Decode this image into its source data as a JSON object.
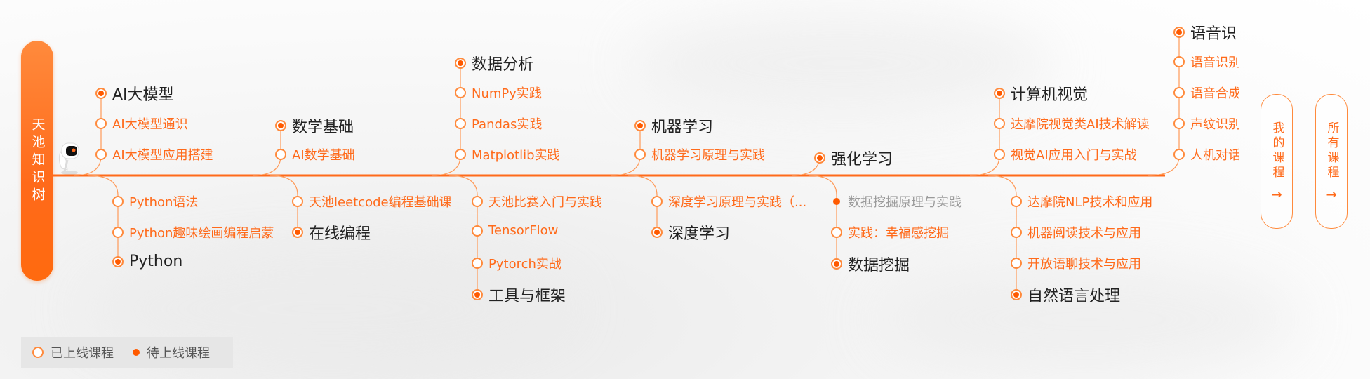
{
  "side_title": "天池知识树",
  "categories": [
    {
      "label": "AI大模型",
      "courses": [
        {
          "label": "AI大模型通识"
        },
        {
          "label": "AI大模型应用搭建"
        }
      ]
    },
    {
      "label": "Python",
      "courses": [
        {
          "label": "Python语法"
        },
        {
          "label": "Python趣味绘画编程启蒙"
        }
      ]
    },
    {
      "label": "数学基础",
      "courses": [
        {
          "label": "AI数学基础"
        }
      ]
    },
    {
      "label": "在线编程",
      "courses": [
        {
          "label": "天池leetcode编程基础课"
        }
      ]
    },
    {
      "label": "数据分析",
      "courses": [
        {
          "label": "NumPy实践"
        },
        {
          "label": "Pandas实践"
        },
        {
          "label": "Matplotlib实践"
        }
      ]
    },
    {
      "label": "工具与框架",
      "courses": [
        {
          "label": "天池比赛入门与实践"
        },
        {
          "label": "TensorFlow"
        },
        {
          "label": "Pytorch实战"
        }
      ]
    },
    {
      "label": "机器学习",
      "courses": [
        {
          "label": "机器学习原理与实践"
        }
      ]
    },
    {
      "label": "深度学习",
      "courses": [
        {
          "label": "深度学习原理与实践（..."
        }
      ]
    },
    {
      "label": "强化学习",
      "courses": []
    },
    {
      "label": "数据挖掘",
      "courses": [
        {
          "label": "数据挖掘原理与实践",
          "status": "pending"
        },
        {
          "label": "实践：幸福感挖掘"
        }
      ]
    },
    {
      "label": "计算机视觉",
      "courses": [
        {
          "label": "达摩院视觉类AI技术解读"
        },
        {
          "label": "视觉AI应用入门与实战"
        }
      ]
    },
    {
      "label": "自然语言处理",
      "courses": [
        {
          "label": "达摩院NLP技术和应用"
        },
        {
          "label": "机器阅读技术与应用"
        },
        {
          "label": "开放语聊技术与应用"
        }
      ]
    },
    {
      "label": "语音识",
      "courses": [
        {
          "label": "语音识别"
        },
        {
          "label": "语音合成"
        },
        {
          "label": "声纹识别"
        },
        {
          "label": "人机对话"
        }
      ]
    }
  ],
  "buttons": {
    "my_courses": "我的课程",
    "all_courses": "所有课程",
    "arrow": "→"
  },
  "legend": {
    "online": "已上线课程",
    "pending": "待上线课程"
  },
  "colors": {
    "accent": "#ff6a1a",
    "category_text": "#222222",
    "pending_text": "#9a9a9a"
  }
}
